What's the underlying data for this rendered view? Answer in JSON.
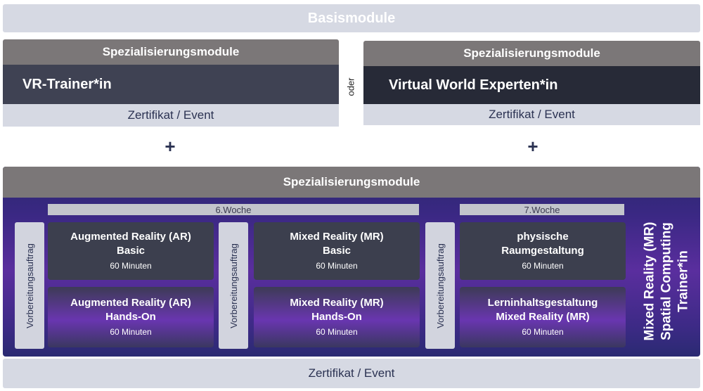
{
  "header": {
    "title": "Basismodule"
  },
  "left_track": {
    "heading": "Spezialisierungsmodule",
    "name": "VR-Trainer*in",
    "certificate": "Zertifikat / Event"
  },
  "connector": {
    "label": "oder"
  },
  "right_track": {
    "heading": "Spezialisierungsmodule",
    "name": "Virtual World Experten*in",
    "certificate": "Zertifikat / Event"
  },
  "plus_symbol": "+",
  "spatial": {
    "heading": "Spezialisierungsmodule",
    "weeks": [
      "6.Woche",
      "7.Woche"
    ],
    "prep_label": "Vorbereitungsauftrag",
    "side_title_lines": [
      "Mixed Reality (MR)",
      "Spatial Computing",
      "Trainer*in"
    ],
    "modules": [
      {
        "title1": "Augmented Reality (AR)",
        "title2": "Basic",
        "duration": "60 Minuten"
      },
      {
        "title1": "Augmented Reality (AR)",
        "title2": "Hands-On",
        "duration": "60 Minuten"
      },
      {
        "title1": "Mixed Reality (MR)",
        "title2": "Basic",
        "duration": "60 Minuten"
      },
      {
        "title1": "Mixed Reality (MR)",
        "title2": "Hands-On",
        "duration": "60 Minuten"
      },
      {
        "title1": "physische",
        "title2": "Raumgestaltung",
        "duration": "60 Minuten"
      },
      {
        "title1": "Lerninhaltsgestaltung",
        "title2": "Mixed Reality (MR)",
        "duration": "60 Minuten"
      }
    ]
  },
  "footer": {
    "certificate": "Zertifikat / Event"
  },
  "colors": {
    "grey_header": "#7b7778",
    "light_bar": "#d6d9e3",
    "dark_track": "#3f4253",
    "darker_track": "#272a37",
    "purple_accent": "#6936b0",
    "navy_text": "#2b3252"
  }
}
